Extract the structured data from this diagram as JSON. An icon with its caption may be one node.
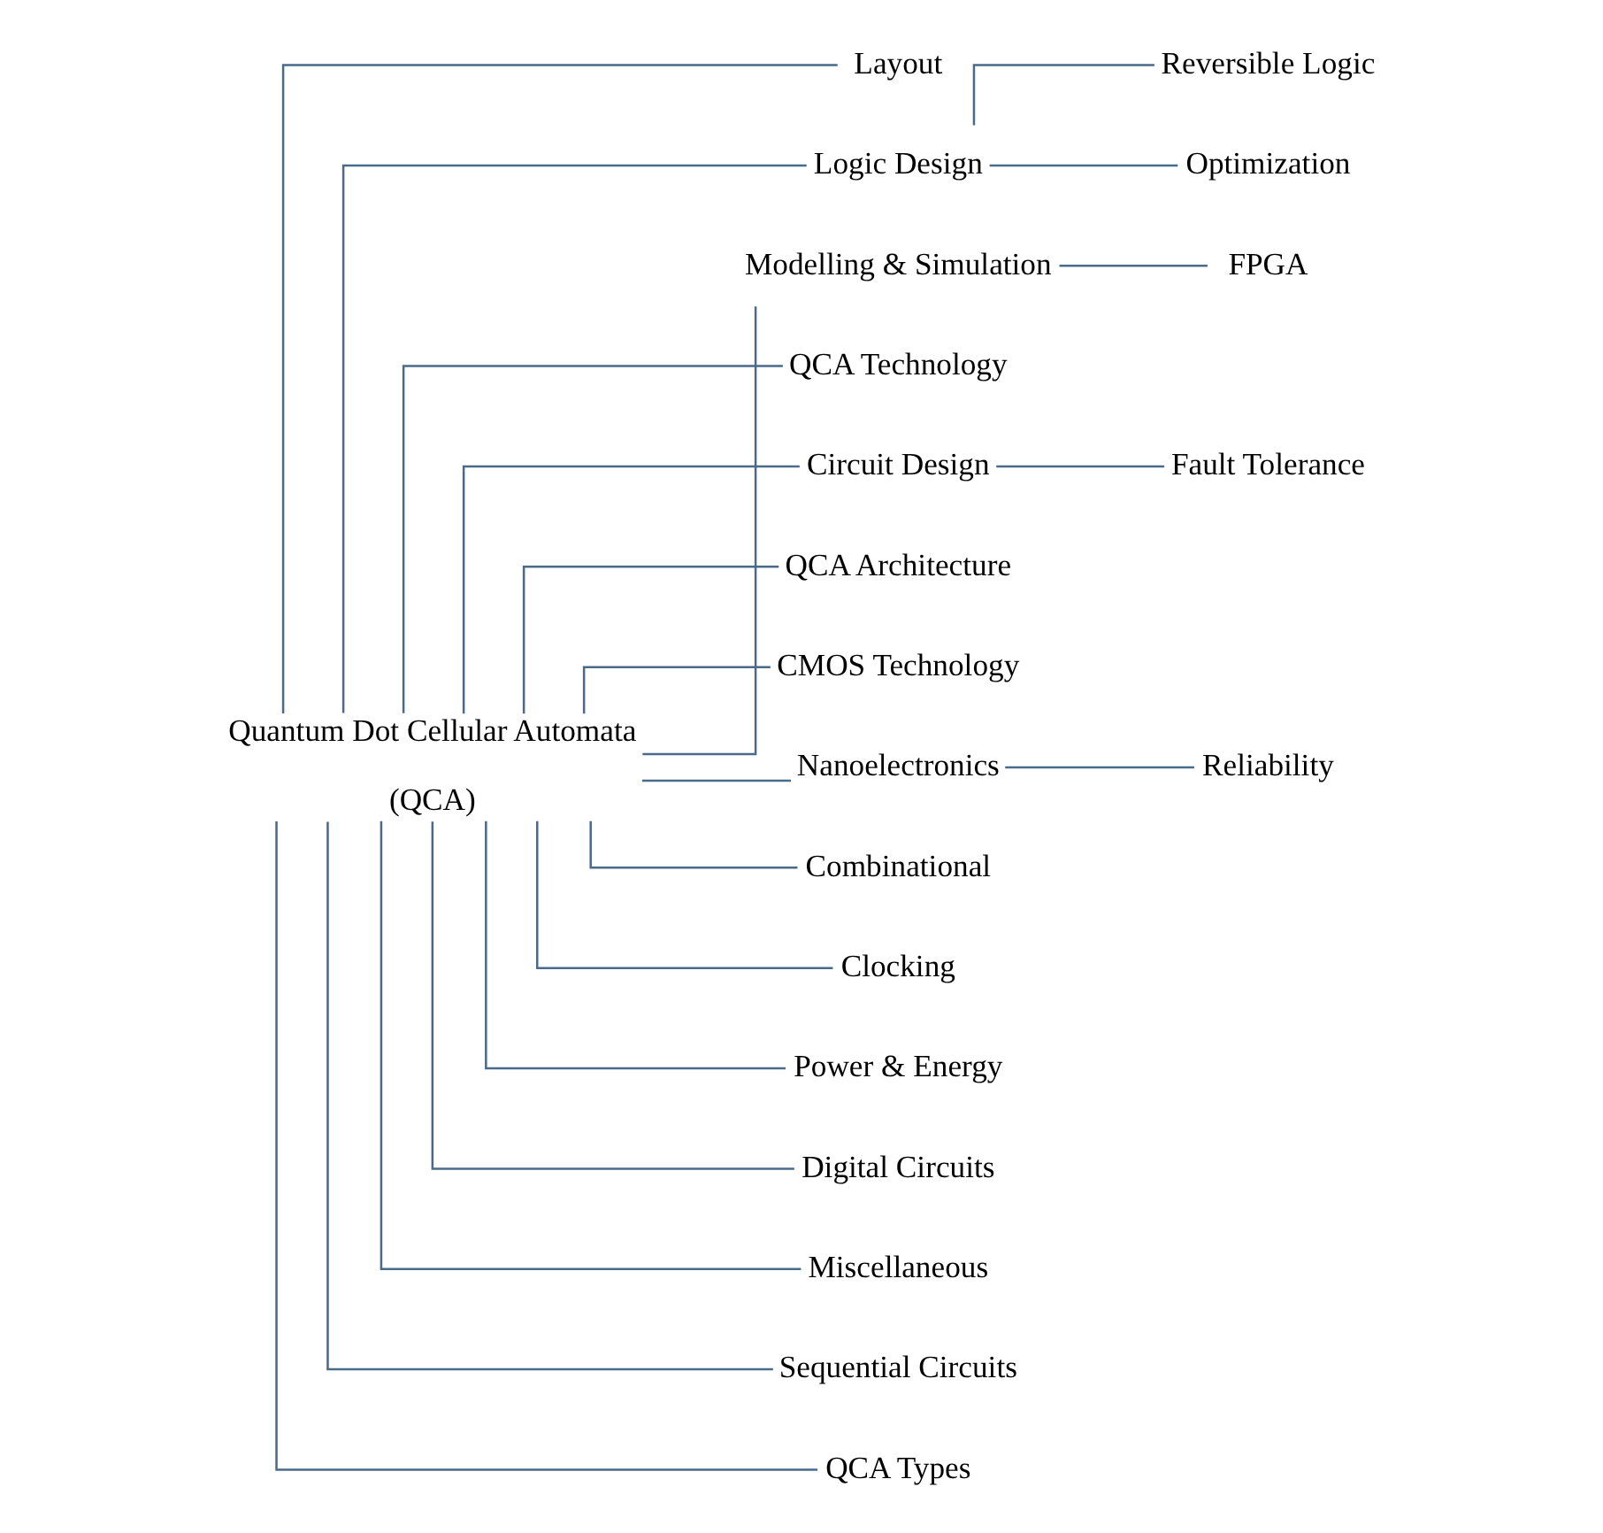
{
  "diagram": {
    "nodes": [
      {
        "text": [
          "Quantum Dot Cellular Automata (QCA)"
        ]
      },
      {
        "text": [
          "Layout"
        ]
      },
      {
        "text": [
          "Logic Design"
        ]
      },
      {
        "text": [
          "Reversible Logic"
        ]
      },
      {
        "text": [
          "Optimization"
        ]
      },
      {
        "text": [
          "Modelling & Simulation"
        ]
      },
      {
        "text": [
          "FPGA"
        ]
      },
      {
        "text": [
          "QCA Technology"
        ]
      },
      {
        "text": [
          "Circuit Design"
        ]
      },
      {
        "text": [
          "Fault Tolerance"
        ]
      },
      {
        "text": [
          "QCA Architecture"
        ]
      },
      {
        "text": [
          "CMOS Technology"
        ]
      },
      {
        "text": [
          "Nanoelectronics"
        ]
      },
      {
        "text": [
          "Reliability"
        ]
      },
      {
        "text": [
          "Combinational"
        ]
      },
      {
        "text": [
          "Clocking"
        ]
      },
      {
        "text": [
          "Power & Energy"
        ]
      },
      {
        "text": [
          "Digital Circuits"
        ]
      },
      {
        "text": [
          "Miscellaneous"
        ]
      },
      {
        "text": [
          "Sequential Circuits"
        ]
      },
      {
        "text": [
          "QCA Types"
        ]
      }
    ],
    "edges": [
      {
        "from": 0,
        "to": 1,
        "arrow": "none"
      },
      {
        "from": 0,
        "to": 2,
        "arrow": "none"
      },
      {
        "from": 2,
        "to": 3,
        "arrow": "none"
      },
      {
        "from": 2,
        "to": 4,
        "arrow": "none"
      },
      {
        "from": 0,
        "to": 5,
        "arrow": "none"
      },
      {
        "from": 5,
        "to": 6,
        "arrow": "none"
      },
      {
        "from": 0,
        "to": 7,
        "arrow": "none"
      },
      {
        "from": 0,
        "to": 8,
        "arrow": "none"
      },
      {
        "from": 8,
        "to": 9,
        "arrow": "none"
      },
      {
        "from": 0,
        "to": 10,
        "arrow": "none"
      },
      {
        "from": 0,
        "to": 11,
        "arrow": "none"
      },
      {
        "from": 0,
        "to": 12,
        "arrow": "none"
      },
      {
        "from": 12,
        "to": 13,
        "arrow": "none"
      },
      {
        "from": 0,
        "to": 14,
        "arrow": "none"
      },
      {
        "from": 0,
        "to": 15,
        "arrow": "none"
      },
      {
        "from": 0,
        "to": 16,
        "arrow": "none"
      },
      {
        "from": 0,
        "to": 17,
        "arrow": "none"
      },
      {
        "from": 0,
        "to": 18,
        "arrow": "none"
      },
      {
        "from": 0,
        "to": 19,
        "arrow": "none"
      },
      {
        "from": 0,
        "to": 20,
        "arrow": "none"
      }
    ]
  }
}
